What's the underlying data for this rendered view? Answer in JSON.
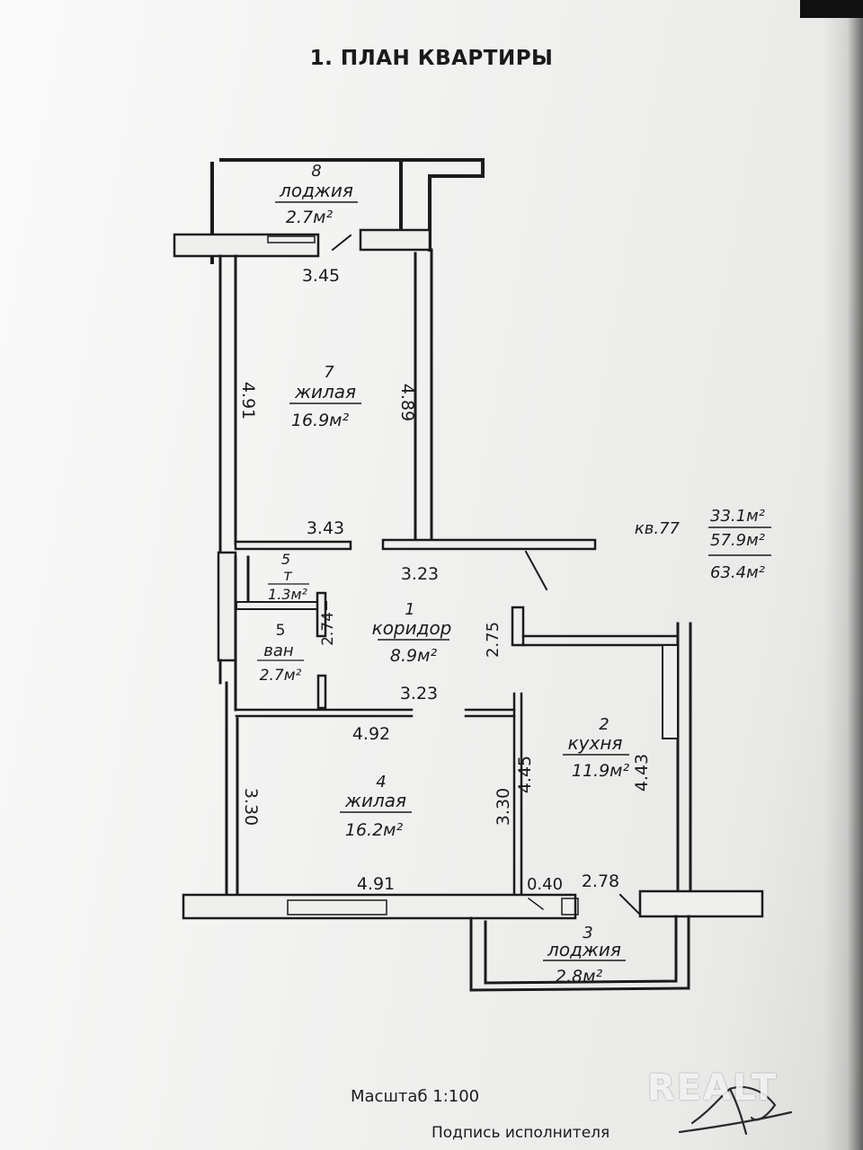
{
  "title": "1. ПЛАН КВАРТИРЫ",
  "rooms": {
    "loggia_top": {
      "number": "8",
      "name": "лоджия",
      "area": "2.7м²"
    },
    "living_top": {
      "number": "7",
      "name": "жилая",
      "area": "16.9м²"
    },
    "toilet": {
      "number": "5",
      "name": "т",
      "area": "1.3м²"
    },
    "bath": {
      "number": "5",
      "name": "ван",
      "area": "2.7м²"
    },
    "corridor": {
      "number": "1",
      "name": "коридор",
      "area": "8.9м²"
    },
    "kitchen": {
      "number": "2",
      "name": "кухня",
      "area": "11.9м²"
    },
    "living_bottom": {
      "number": "4",
      "name": "жилая",
      "area": "16.2м²"
    },
    "loggia_bottom": {
      "number": "3",
      "name": "лоджия",
      "area": "2.8м²"
    }
  },
  "dimensions": {
    "d345": "3.45",
    "d491_left": "4.91",
    "d489": "4.89",
    "d343": "3.43",
    "d323_a": "3.23",
    "d274": "2.74",
    "d275": "2.75",
    "d323_b": "3.23",
    "d492": "4.92",
    "d445": "4.45",
    "d443": "4.43",
    "d330_left": "3.30",
    "d330_right": "3.30",
    "d491_bottom": "4.91",
    "d040": "0.40",
    "d278": "2.78"
  },
  "apartment": {
    "label": "кв.77",
    "living_area": "33.1м²",
    "total_area": "57.9м²",
    "total_with_loggias": "63.4м²"
  },
  "footer": {
    "scale": "Масштаб  1:100",
    "signature_label": "Подпись исполнителя"
  },
  "watermark": "REALT",
  "colors": {
    "paper": "#f4f4f2",
    "ink": "#1b1b1b"
  }
}
